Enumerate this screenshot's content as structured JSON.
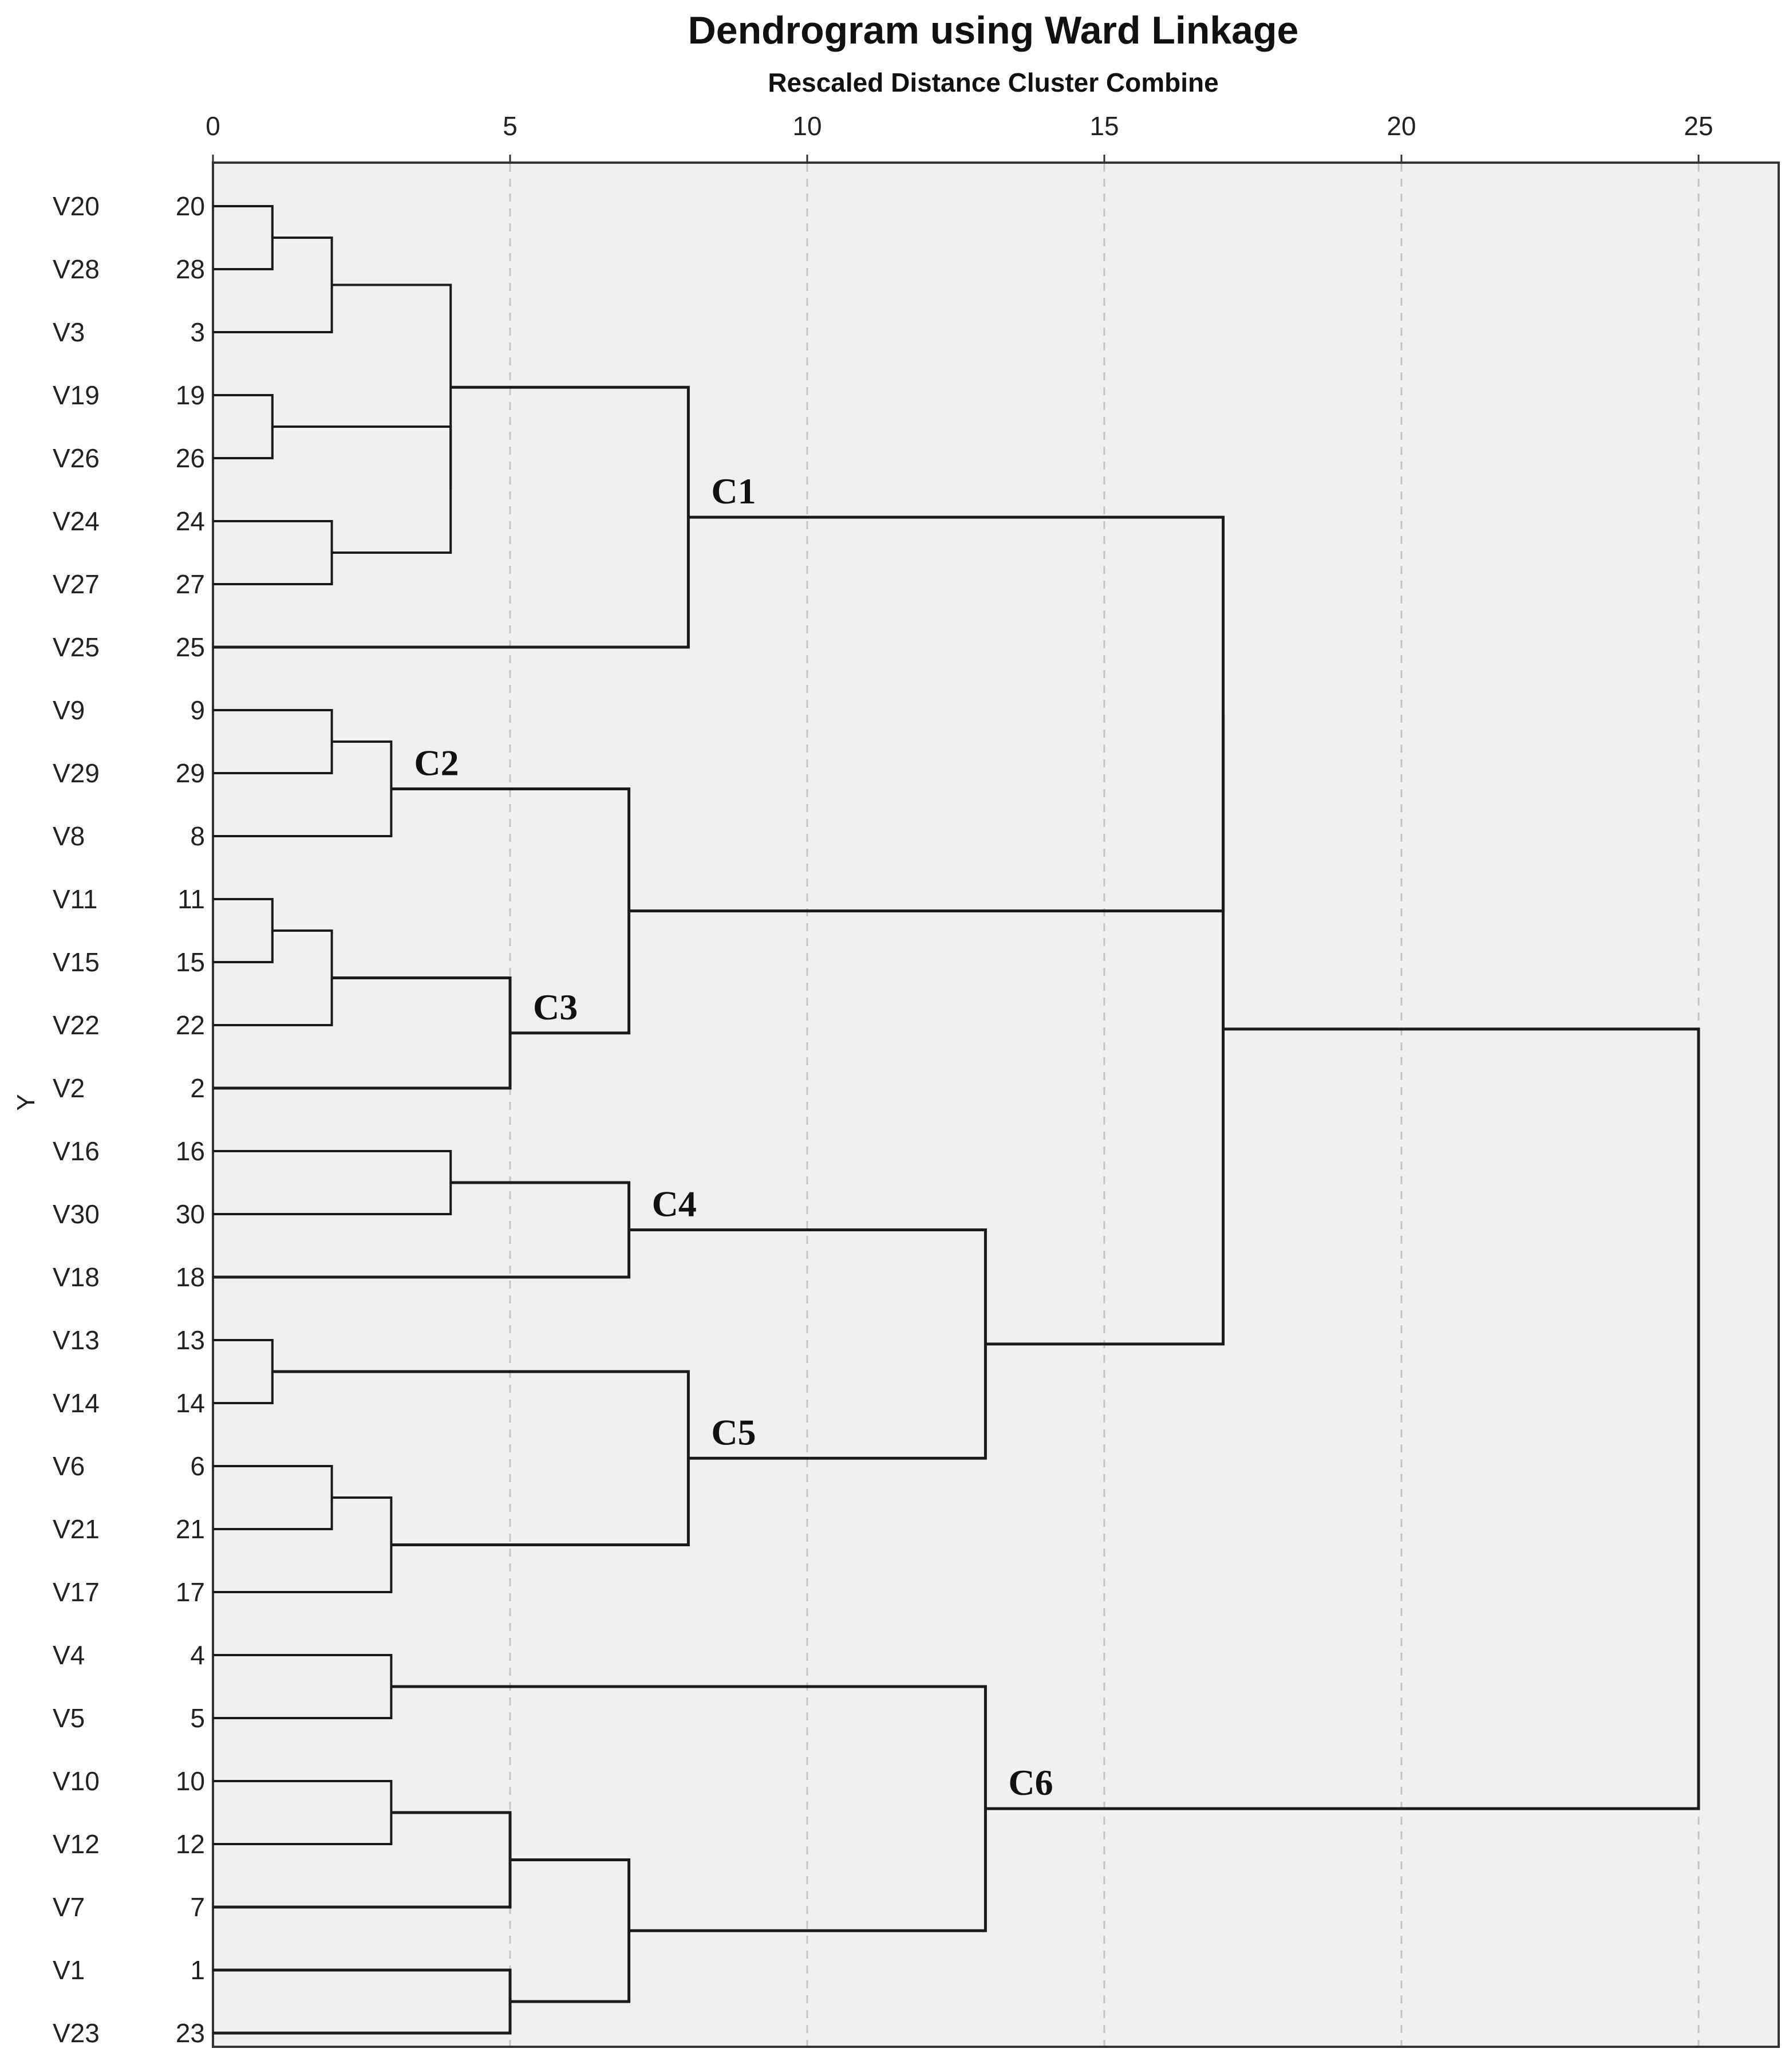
{
  "chart_data": {
    "type": "dendrogram",
    "title": "Dendrogram using Ward Linkage",
    "subtitle": "Rescaled Distance Cluster Combine",
    "ylabel": "Y",
    "xlim": [
      0,
      25
    ],
    "xticks": [
      0,
      5,
      10,
      15,
      20,
      25
    ],
    "grid": true,
    "leaves": [
      {
        "name": "V20",
        "id": "20"
      },
      {
        "name": "V28",
        "id": "28"
      },
      {
        "name": "V3",
        "id": "3"
      },
      {
        "name": "V19",
        "id": "19"
      },
      {
        "name": "V26",
        "id": "26"
      },
      {
        "name": "V24",
        "id": "24"
      },
      {
        "name": "V27",
        "id": "27"
      },
      {
        "name": "V25",
        "id": "25"
      },
      {
        "name": "V9",
        "id": "9"
      },
      {
        "name": "V29",
        "id": "29"
      },
      {
        "name": "V8",
        "id": "8"
      },
      {
        "name": "V11",
        "id": "11"
      },
      {
        "name": "V15",
        "id": "15"
      },
      {
        "name": "V22",
        "id": "22"
      },
      {
        "name": "V2",
        "id": "2"
      },
      {
        "name": "V16",
        "id": "16"
      },
      {
        "name": "V30",
        "id": "30"
      },
      {
        "name": "V18",
        "id": "18"
      },
      {
        "name": "V13",
        "id": "13"
      },
      {
        "name": "V14",
        "id": "14"
      },
      {
        "name": "V6",
        "id": "6"
      },
      {
        "name": "V21",
        "id": "21"
      },
      {
        "name": "V17",
        "id": "17"
      },
      {
        "name": "V4",
        "id": "4"
      },
      {
        "name": "V5",
        "id": "5"
      },
      {
        "name": "V10",
        "id": "10"
      },
      {
        "name": "V12",
        "id": "12"
      },
      {
        "name": "V7",
        "id": "7"
      },
      {
        "name": "V1",
        "id": "1"
      },
      {
        "name": "V23",
        "id": "23"
      }
    ],
    "merges": [
      {
        "id": "m1",
        "a": "L0",
        "b": "L1",
        "height": 1
      },
      {
        "id": "m2",
        "a": "m1",
        "b": "L2",
        "height": 2
      },
      {
        "id": "m3",
        "a": "L3",
        "b": "L4",
        "height": 1
      },
      {
        "id": "m4",
        "a": "L5",
        "b": "L6",
        "height": 2
      },
      {
        "id": "m5",
        "a": "m3",
        "b": "m4",
        "height": 4
      },
      {
        "id": "m6",
        "a": "m2",
        "b": "m5",
        "height": 4
      },
      {
        "id": "m7",
        "a": "m6",
        "b": "L7",
        "height": 8,
        "label": "C1"
      },
      {
        "id": "m8",
        "a": "L8",
        "b": "L9",
        "height": 2
      },
      {
        "id": "m9",
        "a": "m8",
        "b": "L10",
        "height": 3,
        "label": "C2"
      },
      {
        "id": "m10",
        "a": "L11",
        "b": "L12",
        "height": 1
      },
      {
        "id": "m11",
        "a": "m10",
        "b": "L13",
        "height": 2
      },
      {
        "id": "m12",
        "a": "m11",
        "b": "L14",
        "height": 5,
        "label": "C3"
      },
      {
        "id": "m13",
        "a": "m9",
        "b": "m12",
        "height": 7
      },
      {
        "id": "m14",
        "a": "L15",
        "b": "L16",
        "height": 4
      },
      {
        "id": "m15",
        "a": "m14",
        "b": "L17",
        "height": 7,
        "label": "C4"
      },
      {
        "id": "m16",
        "a": "L18",
        "b": "L19",
        "height": 1
      },
      {
        "id": "m17",
        "a": "L20",
        "b": "L21",
        "height": 2
      },
      {
        "id": "m18",
        "a": "m17",
        "b": "L22",
        "height": 3
      },
      {
        "id": "m19",
        "a": "m16",
        "b": "m18",
        "height": 8,
        "label": "C5"
      },
      {
        "id": "m20",
        "a": "m15",
        "b": "m19",
        "height": 13
      },
      {
        "id": "m21",
        "a": "m7",
        "b": "m13",
        "height": 17
      },
      {
        "id": "m22",
        "a": "m21",
        "b": "m20",
        "height": 17
      },
      {
        "id": "m23",
        "a": "L23",
        "b": "L24",
        "height": 3
      },
      {
        "id": "m24",
        "a": "L25",
        "b": "L26",
        "height": 3
      },
      {
        "id": "m25",
        "a": "m24",
        "b": "L27",
        "height": 5
      },
      {
        "id": "m26",
        "a": "L28",
        "b": "L29",
        "height": 5
      },
      {
        "id": "m27",
        "a": "m25",
        "b": "m26",
        "height": 7
      },
      {
        "id": "m28",
        "a": "m23",
        "b": "m27",
        "height": 13,
        "label": "C6"
      },
      {
        "id": "m29",
        "a": "m22",
        "b": "m28",
        "height": 25
      }
    ]
  }
}
